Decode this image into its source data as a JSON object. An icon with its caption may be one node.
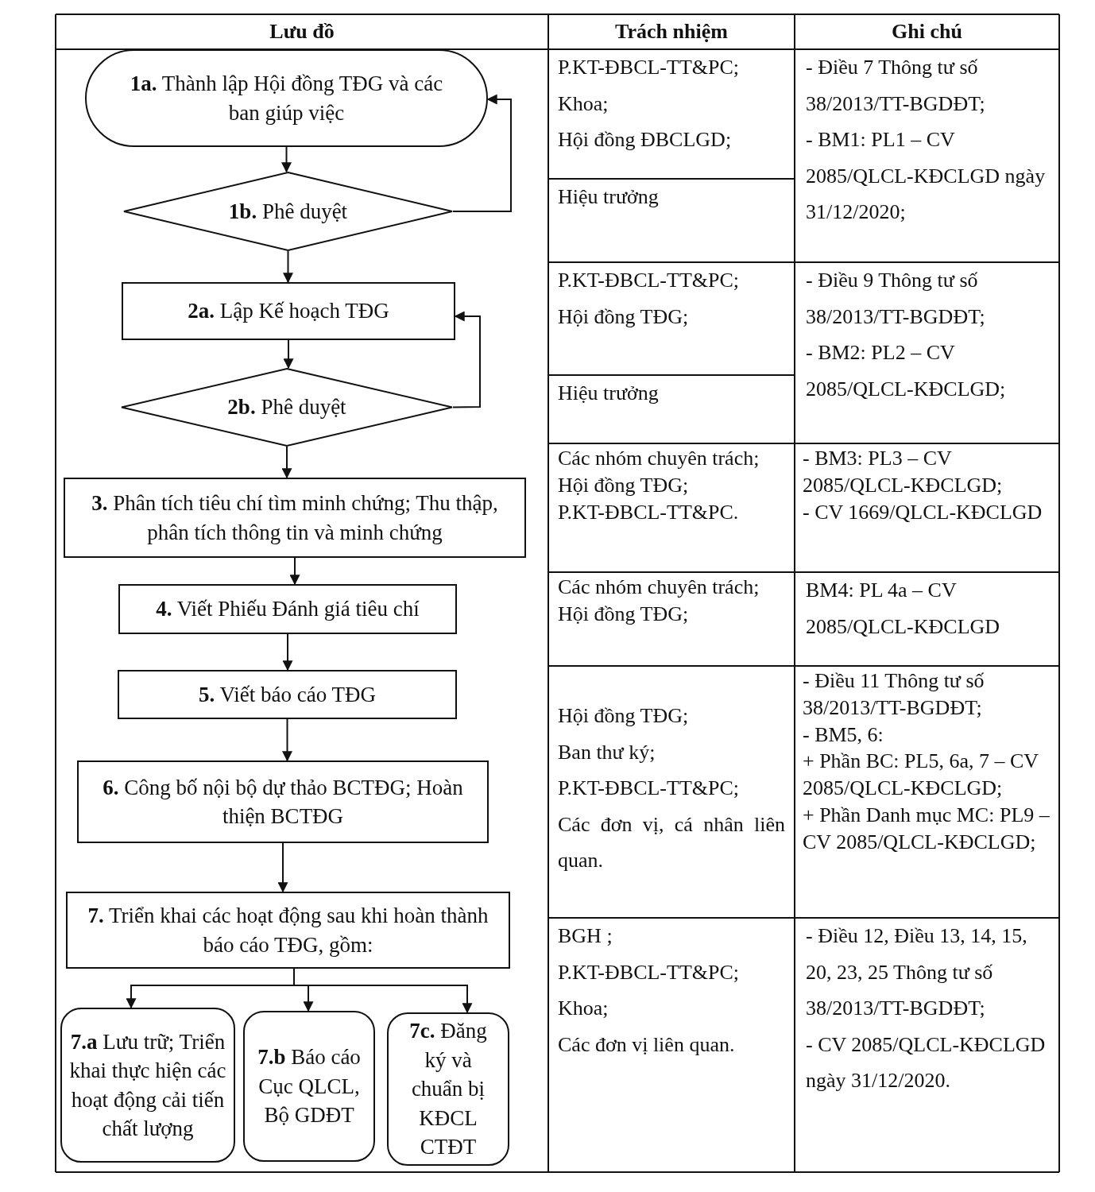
{
  "diagram": {
    "nodes": [
      {
        "text": [
          "**1a.** Thành lập Hội đồng TĐG và các ban giúp việc"
        ]
      },
      {
        "text": [
          "**1b.** Phê duyệt"
        ]
      },
      {
        "text": [
          "**2a.** Lập Kế hoạch TĐG"
        ]
      },
      {
        "text": [
          "**2b.** Phê duyệt"
        ]
      },
      {
        "text": [
          "**3.** Phân tích tiêu chí tìm minh chứng; Thu thập, phân tích thông tin và minh chứng"
        ]
      },
      {
        "text": [
          "**4.** Viết Phiếu Đánh giá tiêu chí"
        ]
      },
      {
        "text": [
          "**5.** Viết báo cáo TĐG"
        ]
      },
      {
        "text": [
          "**6.** Công bố nội bộ dự thảo BCTĐG; Hoàn thiện BCTĐG"
        ]
      },
      {
        "text": [
          "**7.** Triển khai các hoạt động sau khi hoàn thành báo cáo TĐG, gồm:"
        ]
      },
      {
        "text": [
          "**7.a** Lưu trữ; Triển khai thực hiện các hoạt động cải tiến chất lượng"
        ]
      },
      {
        "text": [
          "**7.b** Báo cáo Cục QLCL, Bộ GDĐT"
        ]
      },
      {
        "text": [
          "**7c.** Đăng ký và chuẩn bị KĐCL CTĐT"
        ]
      }
    ],
    "edges": [
      {
        "from": 0,
        "to": 1,
        "arrow": "to"
      },
      {
        "from": 1,
        "to": 0,
        "arrow": "to"
      },
      {
        "from": 1,
        "to": 2,
        "arrow": "to"
      },
      {
        "from": 2,
        "to": 3,
        "arrow": "to"
      },
      {
        "from": 3,
        "to": 2,
        "arrow": "to"
      },
      {
        "from": 3,
        "to": 4,
        "arrow": "to"
      },
      {
        "from": 4,
        "to": 5,
        "arrow": "to"
      },
      {
        "from": 5,
        "to": 6,
        "arrow": "to"
      },
      {
        "from": 6,
        "to": 7,
        "arrow": "to"
      },
      {
        "from": 7,
        "to": 8,
        "arrow": "to"
      },
      {
        "from": 8,
        "to": 9,
        "arrow": "to"
      },
      {
        "from": 8,
        "to": 10,
        "arrow": "to"
      },
      {
        "from": 8,
        "to": 11,
        "arrow": "to"
      }
    ],
    "labels": [
      "Lưu đồ",
      "Trách nhiệm",
      "Ghi chú",
      "P.KT-ĐBCL-TT&PC;",
      "Khoa;",
      "Hội đồng ĐBCLGD;",
      "- Điều 7 Thông tư số 38/2013/TT-BGDĐT;",
      "- BM1: PL1 – CV 2085/QLCL-KĐCLGD ngày 31/12/2020;",
      "Hiệu trưởng",
      "P.KT-ĐBCL-TT&PC;",
      "Hội đồng TĐG;",
      "- Điều 9 Thông tư số 38/2013/TT-BGDĐT;",
      "- BM2: PL2 – CV 2085/QLCL-KĐCLGD;",
      "Hiệu trưởng",
      "Các nhóm chuyên trách;",
      "Hội đồng TĐG;",
      "P.KT-ĐBCL-TT&PC.",
      "- BM3: PL3 – CV 2085/QLCL-KĐCLGD;",
      "- CV 1669/QLCL-KĐCLGD",
      "Các nhóm chuyên trách;",
      "Hội đồng TĐG;",
      "BM4: PL 4a – CV 2085/QLCL-KĐCLGD",
      "Hội đồng TĐG;",
      "Ban thư ký;",
      "P.KT-ĐBCL-TT&PC;",
      "Các đơn vị, cá nhân liên quan.",
      "- Điều 11 Thông tư số 38/2013/TT-BGDĐT;",
      "- BM5, 6:",
      "+ Phần BC: PL5, 6a, 7 – CV 2085/QLCL-KĐCLGD;",
      "+ Phần Danh mục MC: PL9 – CV 2085/QLCL-KĐCLGD;",
      "BGH ;",
      "P.KT-ĐBCL-TT&PC;",
      "Khoa;",
      "Các đơn vị liên quan.",
      "- Điều 12, Điều 13, 14, 15, 20, 23, 25 Thông tư số 38/2013/TT-BGDĐT;",
      "- CV 2085/QLCL-KĐCLGD ngày 31/12/2020."
    ]
  }
}
